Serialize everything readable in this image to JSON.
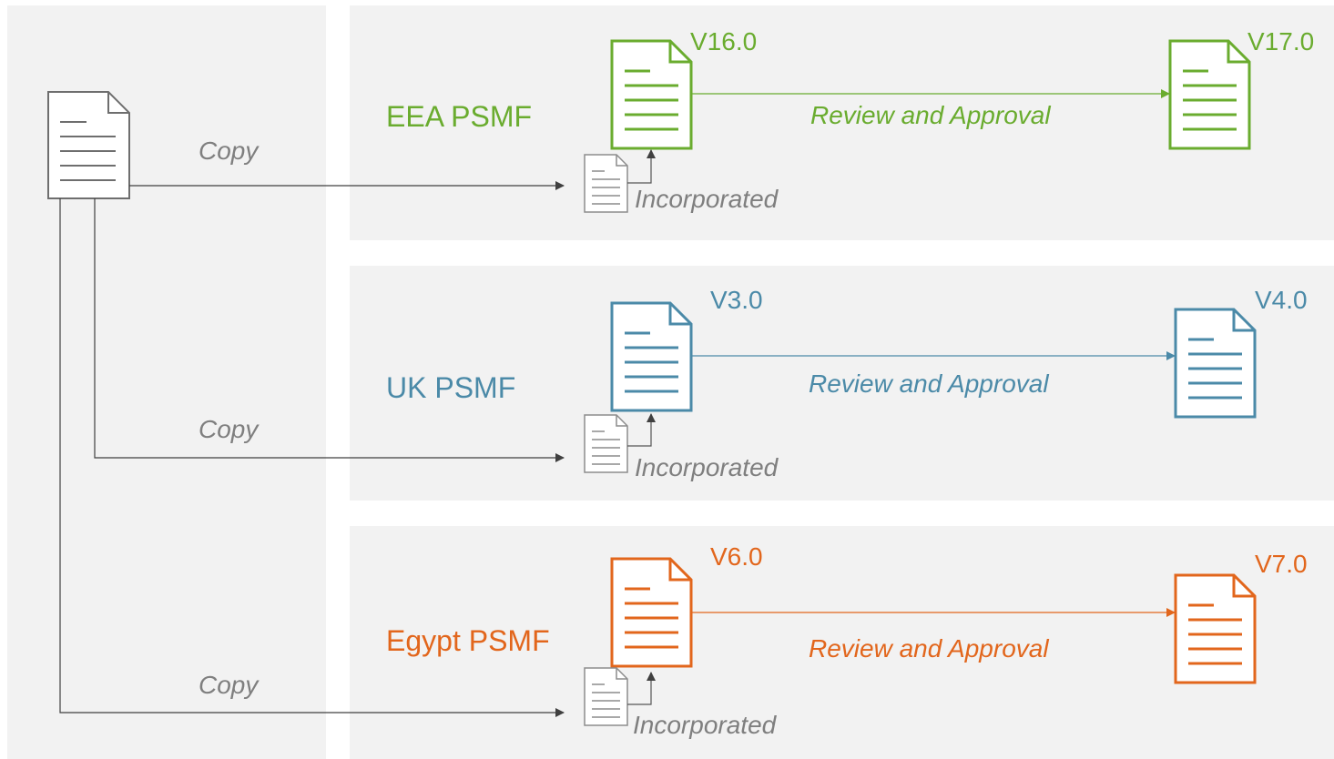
{
  "colors": {
    "eea": "#6aac2f",
    "uk": "#4b8aa8",
    "egypt": "#e2661c",
    "gray": "#7f7f7f",
    "panel": "#f2f2f2"
  },
  "copy_labels": [
    "Copy",
    "Copy",
    "Copy"
  ],
  "regions": [
    {
      "key": "eea",
      "label": "EEA PSMF",
      "from_version": "V16.0",
      "to_version": "V17.0",
      "flow_label": "Review and Approval",
      "incorporated_label": "Incorporated"
    },
    {
      "key": "uk",
      "label": "UK PSMF",
      "from_version": "V3.0",
      "to_version": "V4.0",
      "flow_label": "Review and Approval",
      "incorporated_label": "Incorporated"
    },
    {
      "key": "egypt",
      "label": "Egypt PSMF",
      "from_version": "V6.0",
      "to_version": "V7.0",
      "flow_label": "Review and Approval",
      "incorporated_label": "Incorporated"
    }
  ],
  "icons": {
    "source_document": "document-icon",
    "region_document": "document-icon",
    "incorporated_document": "small-document-icon"
  }
}
